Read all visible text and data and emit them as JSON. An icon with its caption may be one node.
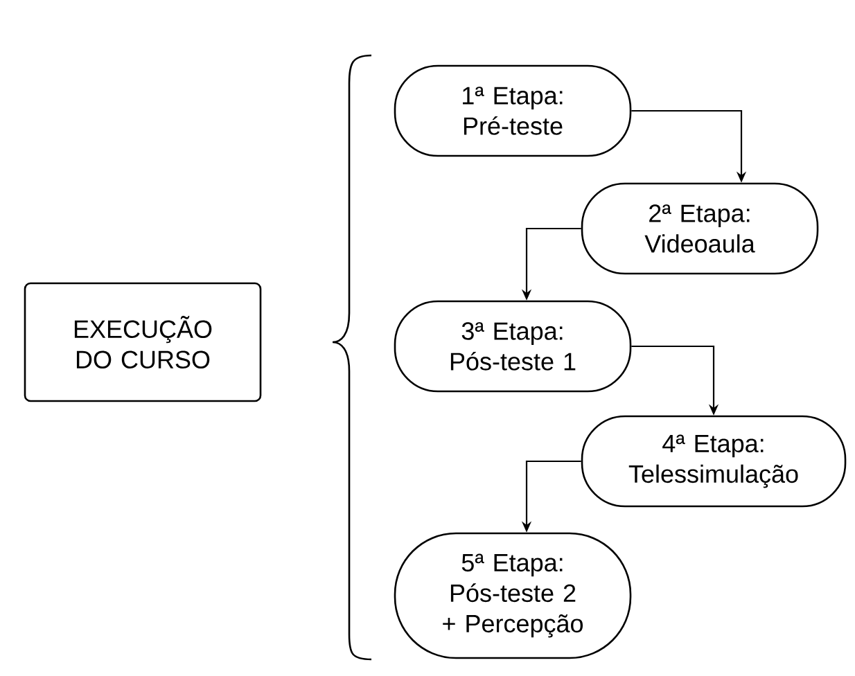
{
  "diagram": {
    "nodes": [
      {
        "text": [
          "EXECUÇÃO DO CURSO"
        ]
      },
      {
        "text": [
          "1ª Etapa: Pré-teste"
        ]
      },
      {
        "text": [
          "2ª Etapa: Videoaula"
        ]
      },
      {
        "text": [
          "3ª Etapa: Pós-teste 1"
        ]
      },
      {
        "text": [
          "4ª Etapa: Telessimulação"
        ]
      },
      {
        "text": [
          "5ª Etapa: Pós-teste 2 + Percepção"
        ]
      }
    ],
    "edges": [
      {
        "from": 1,
        "to": 2,
        "arrow": "to"
      },
      {
        "from": 2,
        "to": 3,
        "arrow": "to"
      },
      {
        "from": 3,
        "to": 4,
        "arrow": "to"
      },
      {
        "from": 4,
        "to": 5,
        "arrow": "to"
      }
    ]
  }
}
